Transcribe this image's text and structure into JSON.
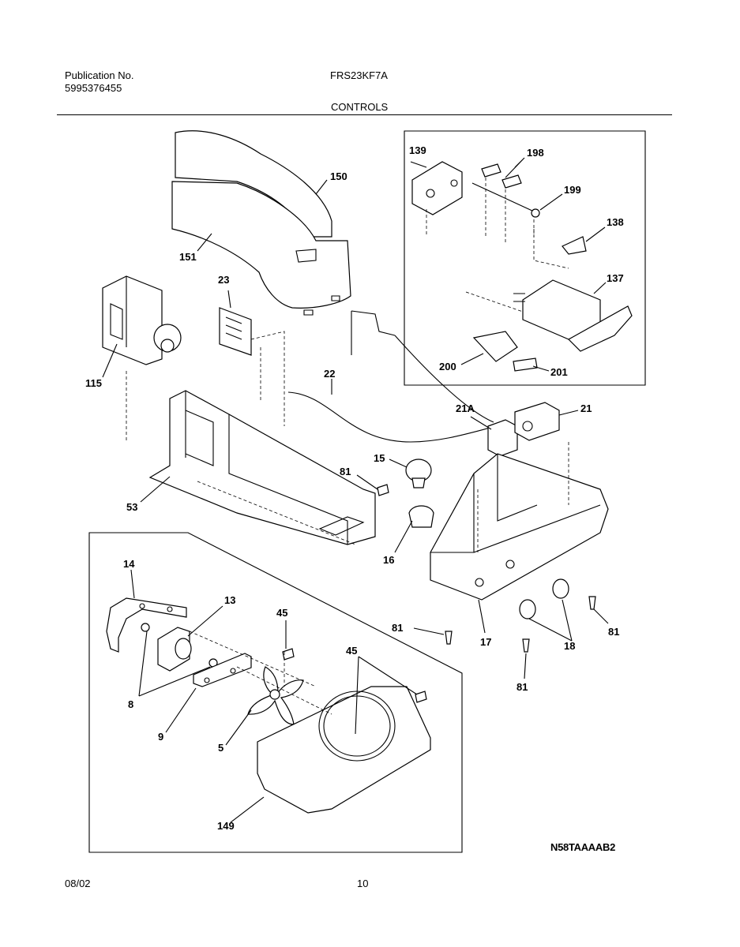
{
  "header": {
    "publication_label": "Publication No.",
    "publication_number": "5995376455",
    "model": "FRS23KF7A",
    "section": "CONTROLS"
  },
  "footer": {
    "date": "08/02",
    "page": "10",
    "diagram_code": "N58TAAAAB2"
  },
  "callouts": {
    "p150": "150",
    "p151": "151",
    "p23": "23",
    "p115": "115",
    "p22": "22",
    "p53": "53",
    "p81a": "81",
    "p15": "15",
    "p16": "16",
    "p139": "139",
    "p198": "198",
    "p199": "199",
    "p138": "138",
    "p137": "137",
    "p200": "200",
    "p201": "201",
    "p21A": "21A",
    "p21": "21",
    "p17": "17",
    "p18": "18",
    "p81b": "81",
    "p81c": "81",
    "p81d": "81",
    "p14": "14",
    "p13": "13",
    "p45a": "45",
    "p45b": "45",
    "p8": "8",
    "p9": "9",
    "p5": "5",
    "p149": "149"
  }
}
